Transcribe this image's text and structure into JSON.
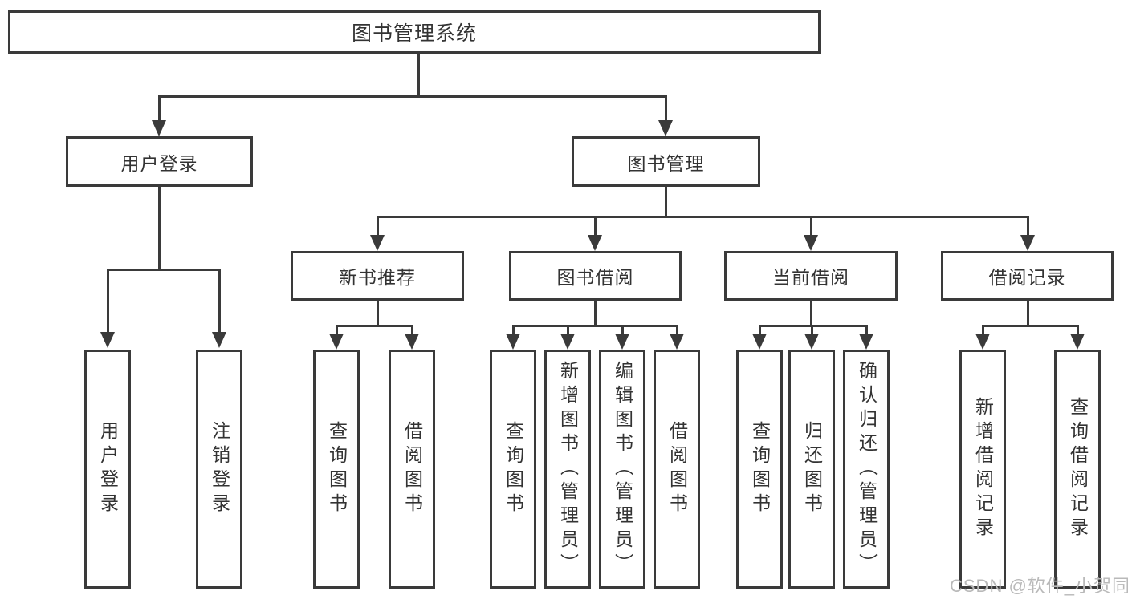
{
  "colors": {
    "line": "#3a3a3a",
    "text": "#333333",
    "background": "#ffffff",
    "watermark": "#b9b9b9"
  },
  "watermark": {
    "text": "CSDN @软件_小贺同学"
  },
  "tree": {
    "label": "图书管理系统",
    "children": [
      {
        "label": "用户登录",
        "children": [
          {
            "label": "用户登录"
          },
          {
            "label": "注销登录"
          }
        ]
      },
      {
        "label": "图书管理",
        "children": [
          {
            "label": "新书推荐",
            "children": [
              {
                "label": "查询图书"
              },
              {
                "label": "借阅图书"
              }
            ]
          },
          {
            "label": "图书借阅",
            "children": [
              {
                "label": "查询图书"
              },
              {
                "label": "新增图书（管理员）"
              },
              {
                "label": "编辑图书（管理员）"
              },
              {
                "label": "借阅图书"
              }
            ]
          },
          {
            "label": "当前借阅",
            "children": [
              {
                "label": "查询图书"
              },
              {
                "label": "归还图书"
              },
              {
                "label": "确认归还（管理员）"
              }
            ]
          },
          {
            "label": "借阅记录",
            "children": [
              {
                "label": "新增借阅记录"
              },
              {
                "label": "查询借阅记录"
              }
            ]
          }
        ]
      }
    ]
  }
}
